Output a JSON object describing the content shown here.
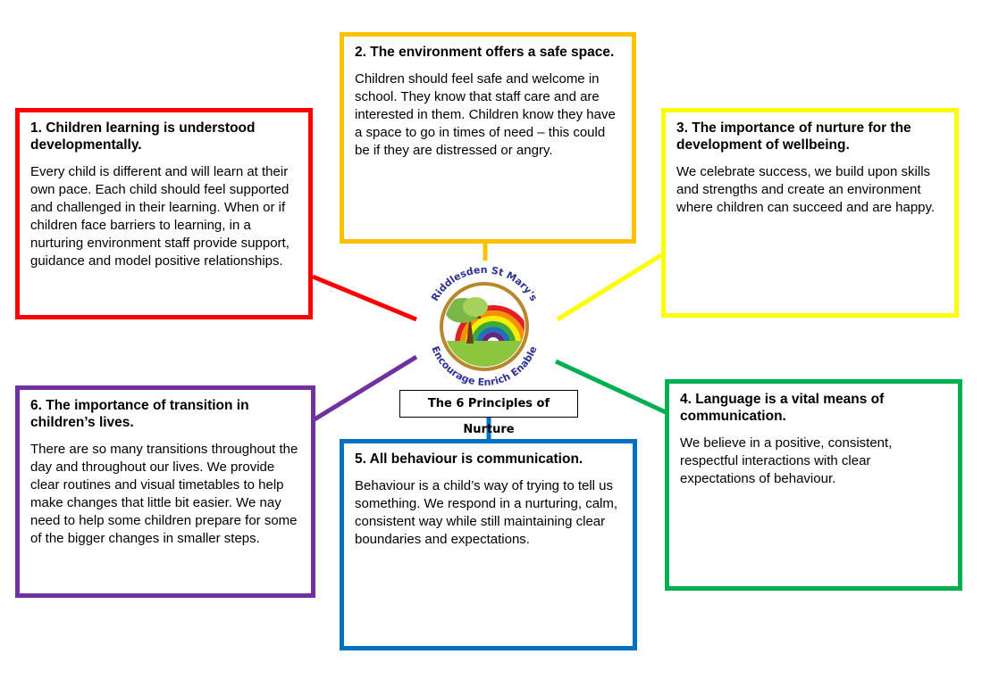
{
  "caption": "The 6 Principles of Nurture",
  "logo": {
    "top_text": "Riddlesden St Mary's",
    "bottom_text": "Encourage Enrich Enable"
  },
  "principles": [
    {
      "title": "1. Children learning is understood developmentally.",
      "body": "Every child is different and will learn at their own pace. Each child should feel supported and challenged in their learning. When or if children face barriers to learning, in a nurturing environment staff provide support, guidance and model positive relationships.",
      "color": "#ff0000"
    },
    {
      "title": "2. The environment offers a safe space.",
      "body": "Children should feel safe and welcome in school. They know that staff care and are interested in them. Children know they have a space to go in times of need – this could be if they are distressed or angry.",
      "color": "#ffc000"
    },
    {
      "title": "3. The importance of nurture for the development of wellbeing.",
      "body": "We celebrate success, we build upon skills and strengths and create an environment where children can succeed and are happy.",
      "color": "#ffff00"
    },
    {
      "title": "4. Language is a vital means of communication.",
      "body": "We believe in a positive, consistent, respectful interactions with clear expectations of behaviour.",
      "color": "#00b050"
    },
    {
      "title": "5. All behaviour is communication.",
      "body": "Behaviour is a child’s way of trying to tell us something. We respond in a nurturing, calm, consistent way while still maintaining clear boundaries and expectations.",
      "color": "#0070c0"
    },
    {
      "title": "6. The importance of transition in children’s lives.",
      "body": "There are so many transitions throughout the day and throughout our lives. We provide clear routines and visual timetables to help make changes that little bit easier. We nay need to help some children prepare for some of the bigger changes in smaller steps.",
      "color": "#7030a0"
    }
  ]
}
